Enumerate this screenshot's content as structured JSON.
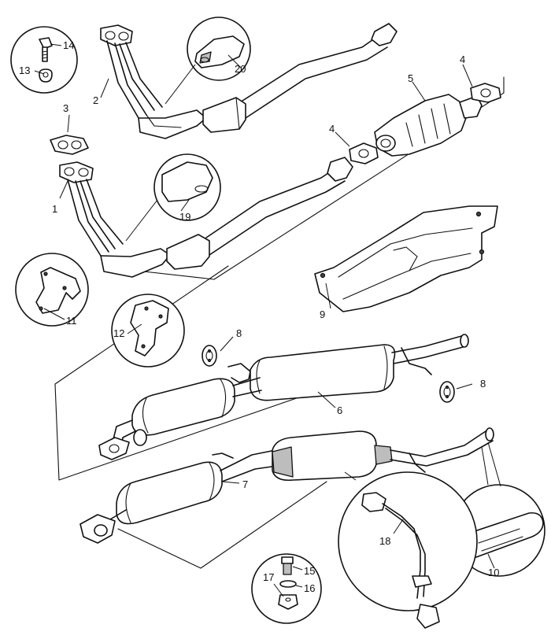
{
  "callouts": {
    "c1": "1",
    "c2": "2",
    "c3": "3",
    "c4a": "4",
    "c4b": "4",
    "c5": "5",
    "c6": "6",
    "c7": "7",
    "c8a": "8",
    "c8b": "8",
    "c9": "9",
    "c10": "10",
    "c11": "11",
    "c12": "12",
    "c13": "13",
    "c14": "14",
    "c15": "15",
    "c16": "16",
    "c17": "17",
    "c18": "18",
    "c19": "19",
    "c20": "20"
  },
  "colors": {
    "ink": "#111111",
    "paper": "#ffffff",
    "shade": "#bdbdbd"
  }
}
